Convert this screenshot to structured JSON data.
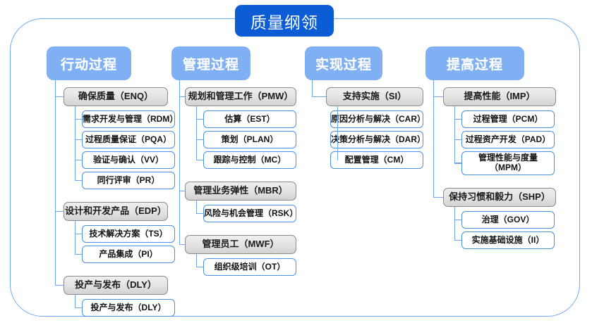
{
  "title": "质量纲领",
  "columns": [
    {
      "id": "action",
      "header": "行动过程",
      "groups": [
        {
          "label": "确保质量（ENQ）",
          "items": [
            "需求开发与管理（RDM）",
            "过程质量保证（PQA）",
            "验证与确认（VV）",
            "同行评审（PR）"
          ]
        },
        {
          "label": "设计和开发产品（EDP）",
          "items": [
            "技术解决方案（TS）",
            "产品集成（PI）"
          ]
        },
        {
          "label": "投产与发布（DLY）",
          "items": [
            "投产与发布（DLY）"
          ]
        }
      ]
    },
    {
      "id": "management",
      "header": "管理过程",
      "groups": [
        {
          "label": "规划和管理工作（PMW）",
          "items": [
            "估算（EST）",
            "策划（PLAN）",
            "跟踪与控制（MC）"
          ]
        },
        {
          "label": "管理业务弹性（MBR）",
          "items": [
            "风险与机会管理（RSK）"
          ]
        },
        {
          "label": "管理员工（MWF）",
          "items": [
            "组织级培训（OT）"
          ]
        }
      ]
    },
    {
      "id": "realization",
      "header": "实现过程",
      "groups": [
        {
          "label": "支持实施（SI）",
          "items": [
            "原因分析与解决（CAR）",
            "决策分析与解决（DAR）",
            "配置管理（CM）"
          ]
        }
      ]
    },
    {
      "id": "improvement",
      "header": "提高过程",
      "groups": [
        {
          "label": "提高性能（IMP）",
          "items": [
            "过程管理（PCM）",
            "过程资产开发（PAD）",
            "管理性能与度量\n（MPM）"
          ]
        },
        {
          "label": "保持习惯和毅力（SHP）",
          "items": [
            "治理（GOV）",
            "实施基础设施（II）"
          ]
        }
      ]
    }
  ],
  "colors": {
    "title_blue": "#0B5CD5",
    "header_blue": "#7FB0F3",
    "line_blue": "#6FA8F0",
    "leaf_border": "#4A90E2",
    "group_gray": "#e2e2e2",
    "group_border": "#8a8a8a",
    "background": "#ffffff"
  }
}
